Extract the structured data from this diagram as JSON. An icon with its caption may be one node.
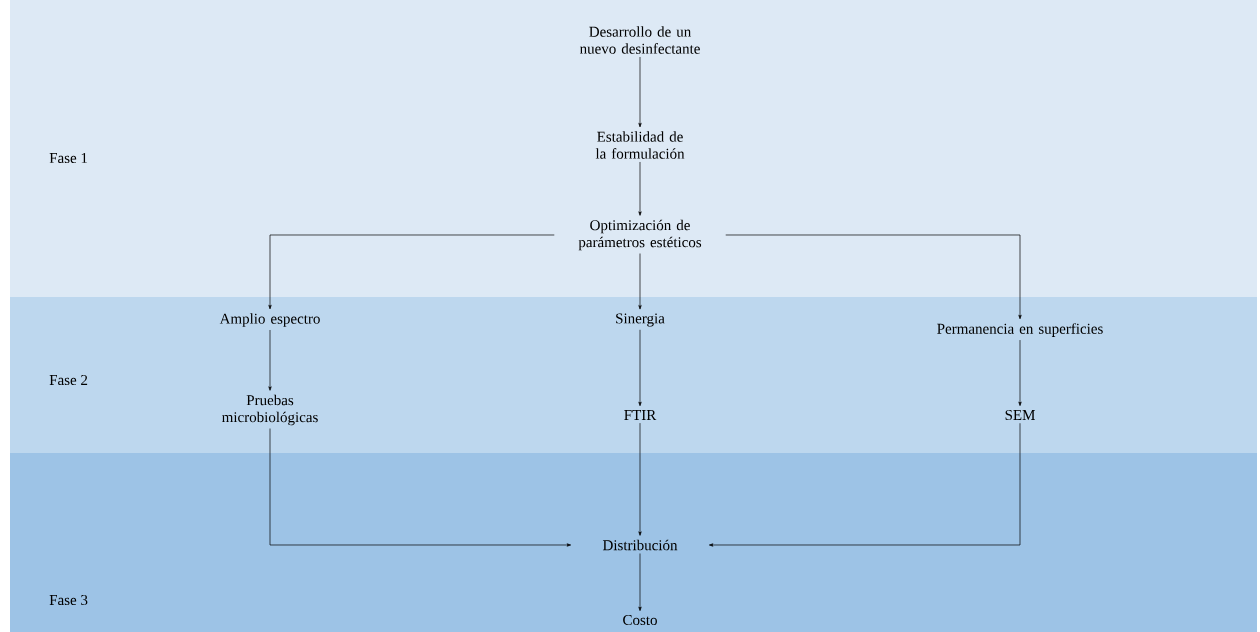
{
  "diagram": {
    "nodes": [
      {
        "text": [
          "Fase 1"
        ]
      },
      {
        "text": [
          "Desarrollo de un nuevo desinfectante"
        ],
        "in": 0
      },
      {
        "text": [
          "Estabilidad de la formulación"
        ],
        "in": 0
      },
      {
        "text": [
          "Optimización de parámetros estéticos"
        ],
        "in": 0
      },
      {
        "text": [
          "Fase 2"
        ]
      },
      {
        "text": [
          "Amplio espectro"
        ],
        "in": 4
      },
      {
        "text": [
          "Sinergia"
        ],
        "in": 4
      },
      {
        "text": [
          "Permanencia en superficies"
        ],
        "in": 4
      },
      {
        "text": [
          "Pruebas microbiológicas"
        ],
        "in": 4
      },
      {
        "text": [
          "FTIR"
        ],
        "in": 4
      },
      {
        "text": [
          "SEM"
        ],
        "in": 4
      },
      {
        "text": [
          "Fase 3"
        ]
      },
      {
        "text": [
          "Distribución"
        ],
        "in": 11
      },
      {
        "text": [
          "Costo"
        ],
        "in": 11
      }
    ],
    "edges": [
      {
        "from": 1,
        "to": 2,
        "arrow": "to"
      },
      {
        "from": 2,
        "to": 3,
        "arrow": "to"
      },
      {
        "from": 3,
        "to": 5,
        "arrow": "to"
      },
      {
        "from": 3,
        "to": 6,
        "arrow": "to"
      },
      {
        "from": 3,
        "to": 7,
        "arrow": "to"
      },
      {
        "from": 5,
        "to": 8,
        "arrow": "to"
      },
      {
        "from": 6,
        "to": 9,
        "arrow": "to"
      },
      {
        "from": 7,
        "to": 10,
        "arrow": "to"
      },
      {
        "from": 8,
        "to": 12,
        "arrow": "to"
      },
      {
        "from": 9,
        "to": 12,
        "arrow": "to"
      },
      {
        "from": 10,
        "to": 12,
        "arrow": "to"
      },
      {
        "from": 12,
        "to": 13,
        "arrow": "to"
      }
    ]
  }
}
